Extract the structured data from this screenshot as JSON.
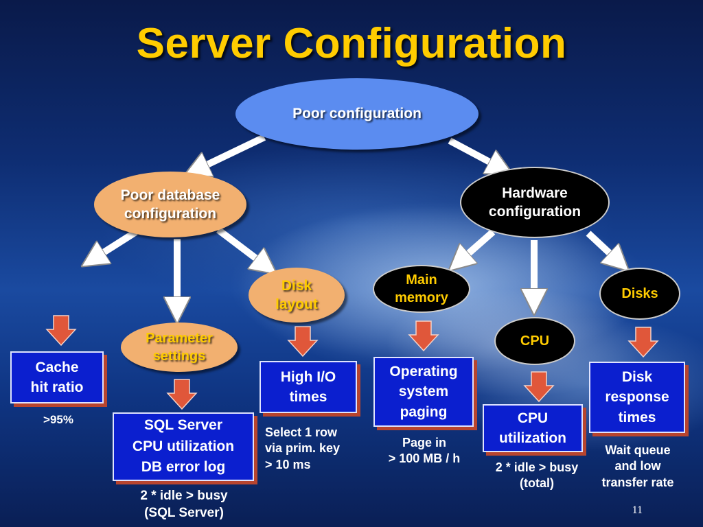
{
  "title": "Server Configuration",
  "nodes": {
    "poor_configuration": "Poor configuration",
    "poor_database_configuration": "Poor database\nconfiguration",
    "hardware_configuration": "Hardware\nconfiguration",
    "disk_layout": "Disk\nlayout",
    "parameter_settings": "Parameter\nsettings",
    "main_memory": "Main\nmemory",
    "cpu": "CPU",
    "disks": "Disks"
  },
  "metrics": {
    "cache_hit_ratio": "Cache\nhit ratio",
    "sql_server_metrics": "SQL Server\nCPU utilization\nDB error log",
    "high_io_times": "High I/O\ntimes",
    "os_paging": "Operating\nsystem\npaging",
    "cpu_utilization": "CPU\nutilization",
    "disk_response_times": "Disk\nresponse\ntimes"
  },
  "notes": {
    "cache_threshold": ">95%",
    "sql_server_threshold": "2 * idle > busy\n(SQL Server)",
    "io_threshold": "Select 1 row\nvia prim. key\n> 10 ms",
    "paging_threshold": "Page in\n> 100 MB / h",
    "cpu_threshold": "2 * idle > busy\n(total)",
    "disk_threshold": "Wait queue\nand low\ntransfer rate"
  },
  "page_number": "11",
  "colors": {
    "title": "#ffcc00",
    "root_oval": "#5b8cf0",
    "db_oval": "#f2b070",
    "hw_oval": "#000000",
    "metric_box": "#0b1fcf",
    "orange_arrow": "#e0573a",
    "white_arrow": "#ffffff"
  }
}
